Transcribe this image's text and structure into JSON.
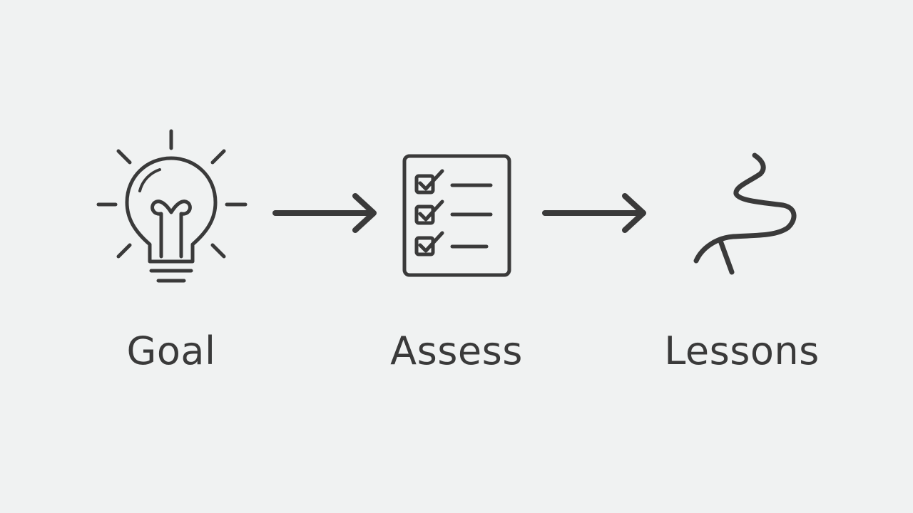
{
  "steps": [
    {
      "label": "Goal",
      "icon": "lightbulb-icon"
    },
    {
      "label": "Assess",
      "icon": "checklist-icon"
    },
    {
      "label": "Lessons",
      "icon": "winding-path-icon"
    }
  ],
  "connector_icon": "arrow-right-icon",
  "colors": {
    "background": "#f0f2f2",
    "ink": "#3a3a3a"
  }
}
